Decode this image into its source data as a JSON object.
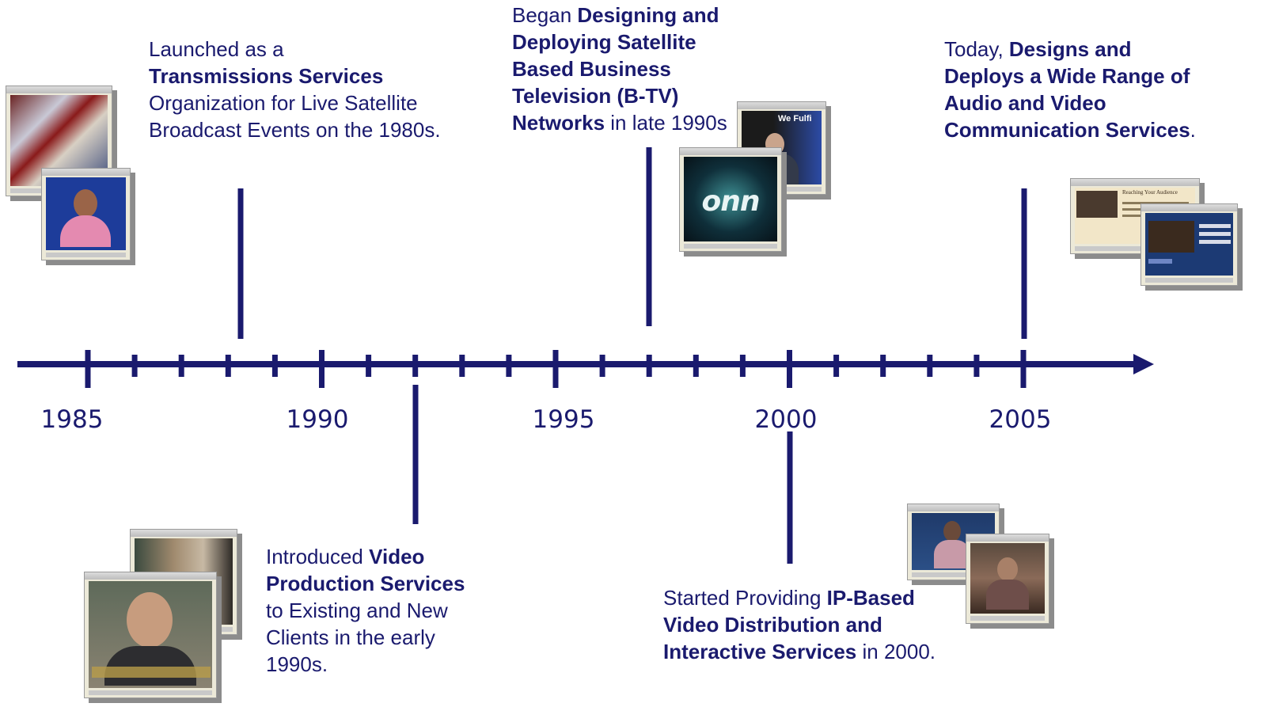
{
  "years": [
    "1985",
    "1990",
    "1995",
    "2000",
    "2005"
  ],
  "events": {
    "launched": {
      "pre": "Launched as a",
      "bold": "Transmissions Services",
      "post": "Organization for Live Satellite Broadcast Events on the 1980s."
    },
    "video_production": {
      "pre": "Introduced ",
      "bold": "Video Production Services",
      "post": "to Existing and New Clients in the early 1990s."
    },
    "btv": {
      "pre": "Began ",
      "bold": "Designing and Deploying Satellite Based Business Television (B-TV) Networks",
      "post": " in late 1990s"
    },
    "ip_based": {
      "pre": "Started Providing ",
      "bold": "IP-Based Video Distribution and Interactive Services",
      "post": " in 2000."
    },
    "today": {
      "pre": "Today, ",
      "bold": "Designs and Deploys a Wide Range of Audio and Video Communication Services",
      "post": "."
    }
  },
  "thumbnails": {
    "onn_logo": "onn",
    "btv_slogan": "We Fulfi",
    "reach_heading": "Reaching Your Audience"
  },
  "colors": {
    "timeline": "#1a1a6e",
    "text": "#1a1a6e"
  }
}
